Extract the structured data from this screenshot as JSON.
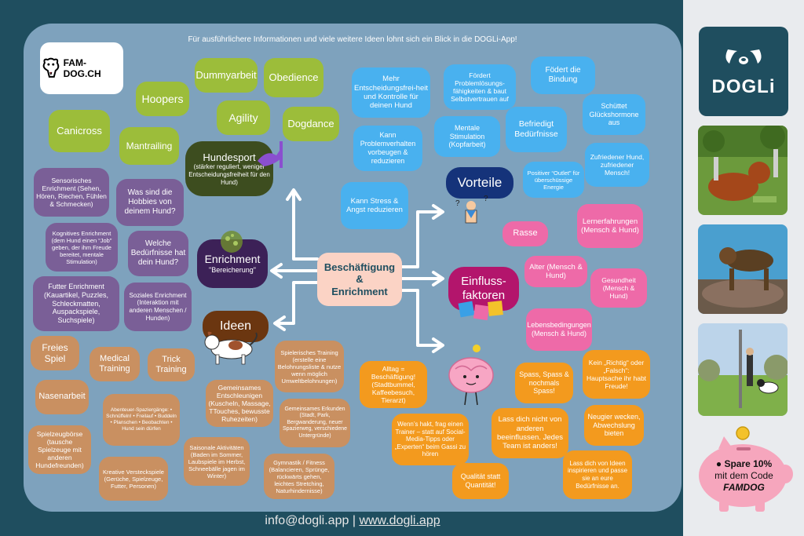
{
  "top_note": "Für ausführlichere Informationen und viele weitere Ideen lohnt sich ein Blick in die DOGLi-App!",
  "logo_text": "FAM-DOG.CH",
  "center": {
    "line1": "Beschäftigung",
    "line2": "&",
    "line3": "Enrichment"
  },
  "hubs": {
    "hundesport": {
      "title": "Hundesport",
      "sub": "(stärker reguliert, weniger Entscheidungsfreiheit für den Hund)"
    },
    "enrichment": {
      "title": "Enrichment",
      "sub": "\"Bereicherung\""
    },
    "ideen": {
      "title": "Ideen"
    },
    "vorteile": {
      "title": "Vorteile"
    },
    "einfluss": {
      "line1": "Einfluss-",
      "line2": "faktoren"
    }
  },
  "green": [
    "Dummyarbeit",
    "Obedience",
    "Hoopers",
    "Agility",
    "Dogdance",
    "Canicross",
    "Mantrailing"
  ],
  "purple": [
    "Sensorisches Enrichment (Sehen, Hören, Riechen, Fühlen & Schmecken)",
    "Was sind die Hobbies von deinem Hund?",
    "Kognitives Enrichment (dem Hund einen “Job” geben, der ihm Freude bereitet, mentale Stimulation)",
    "Welche Bedürfnisse hat dein Hund?",
    "Futter Enrichment (Kauartikel, Puzzles, Schleckmatten, Auspackspiele, Suchspiele)",
    "Soziales Enrichment (Interaktion mit anderen Menschen / Hunden)"
  ],
  "blue": [
    "Mehr Entscheidungsfrei-heit und Kontrolle für deinen Hund",
    "Fördert Problemlösungs-fähigkeiten & baut Selbstvertrauen auf",
    "Födert die Bindung",
    "Schüttet Glückshormone aus",
    "Kann Problemverhalten vorbeugen & reduzieren",
    "Mentale Stimulation (Kopfarbeit)",
    "Befriedigt Bedürfnisse",
    "Zufriedener Hund, zufriedener Mensch!",
    "Positiver “Outlet” für überschüssige Energie",
    "Kann Stress & Angst reduzieren"
  ],
  "pink": [
    "Rasse",
    "Lernerfahrungen (Mensch & Hund)",
    "Alter (Mensch & Hund)",
    "Gesundheit (Mensch & Hund)",
    "Lebensbedingungen (Mensch & Hund)"
  ],
  "tan": [
    "Freies Spiel",
    "Medical Training",
    "Trick Training",
    "Spielerisches Training (erstelle eine Belohnungsliste & nutze wenn möglich Umweltbelohnungen)",
    "Nasenarbeit",
    "Abenteuer-Spaziergänge: • Schnüffeln! • Freilauf • Buddeln • Planschen • Beobachten • Hund sein dürfen",
    "Gemeinsames Entschleunigen (Kuscheln, Massage, TTouches, bewusste Ruhezeiten)",
    "Gemeinsames Erkunden (Stadt, Park, Bergwanderung, neuer Spazierweg, verschiedene Untergründe)",
    "Spielzeugbörse (tausche Spielzeuge mit anderen Hundefreunden)",
    "Saisonale Aktivitäten (Baden im Sommer, Laubspiele im Herbst, Schneebälle jagen im Winter)",
    "Kreative Versteckspiele (Gerüche, Spielzeuge, Futter, Personen)",
    "Gymnastik / Fitness (Balancieren, Sprünge, rückwärts gehen, leichtes Stretching, Naturhindernisse)"
  ],
  "orange": [
    "Alltag = Beschäftigung! (Stadtbummel, Kaffeebesuch, Tierarzt)",
    "Spass, Spass & nochmals Spass!",
    "Kein „Richtig“ oder „Falsch“: Hauptsache ihr habt Freude!",
    "Wenn’s hakt, frag einen Trainer – statt auf Social-Media-Tipps oder „Experten“ beim Gassi zu hören",
    "Lass dich nicht von anderen beeinflussen. Jedes Team ist anders!",
    "Neugier wecken, Abwechslung bieten",
    "Qualität statt Quantität!",
    "Lass dich von Ideen inspirieren und passe sie an eure Bedürfnisse an."
  ],
  "footer": {
    "email": "info@dogli.app",
    "sep": "|",
    "url": "www.dogli.app"
  },
  "sidebar": {
    "app_name": "DOGLi",
    "promo_line1": "Spare 10%",
    "promo_line2": "mit dem Code",
    "promo_code": "FAMDOG"
  },
  "colors": {
    "background": "#1f4e5f",
    "panel": "#7ea2bd",
    "green": "#9cbd3a",
    "purple": "#7a5f97",
    "blue": "#49b1ef",
    "pink": "#ee6aa8",
    "orange": "#f39a1e",
    "tan": "#c99061"
  }
}
